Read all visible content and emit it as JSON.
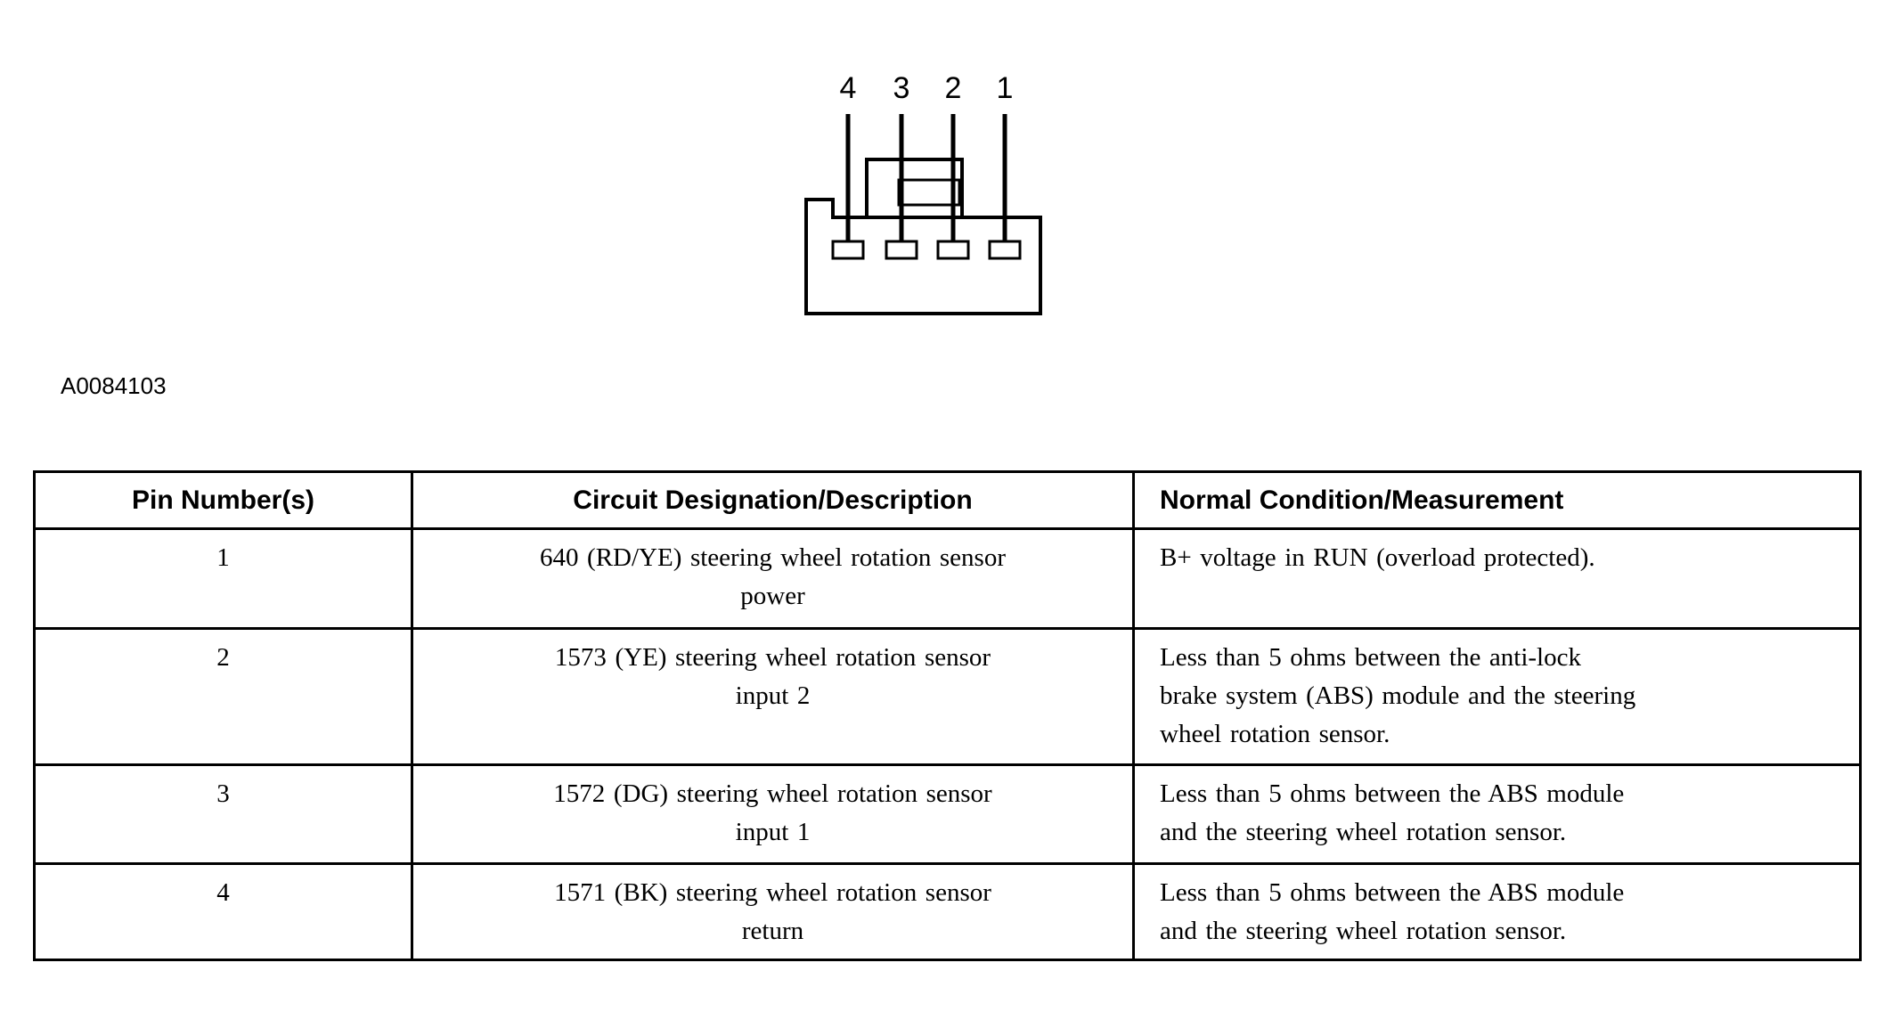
{
  "colors": {
    "ink": "#000000",
    "background": "#ffffff"
  },
  "figure": {
    "label": "A0084103",
    "pins": [
      "4",
      "3",
      "2",
      "1"
    ]
  },
  "table": {
    "headers": [
      "Pin Number(s)",
      "Circuit Designation/Description",
      "Normal Condition/Measurement"
    ],
    "rows": [
      {
        "pin": "1",
        "circuit": "640 (RD/YE) steering wheel rotation sensor\npower",
        "condition": "B+ voltage in RUN (overload protected)."
      },
      {
        "pin": "2",
        "circuit": "1573 (YE) steering wheel rotation sensor\ninput 2",
        "condition": "Less than 5 ohms between the anti-lock\nbrake system (ABS) module and the steering\nwheel rotation sensor."
      },
      {
        "pin": "3",
        "circuit": "1572 (DG) steering wheel rotation sensor\ninput 1",
        "condition": "Less than 5 ohms between the ABS module\nand the steering wheel rotation sensor."
      },
      {
        "pin": "4",
        "circuit": "1571 (BK) steering wheel rotation sensor\nreturn",
        "condition": "Less than 5 ohms between the ABS module\nand the steering wheel rotation sensor."
      }
    ]
  }
}
